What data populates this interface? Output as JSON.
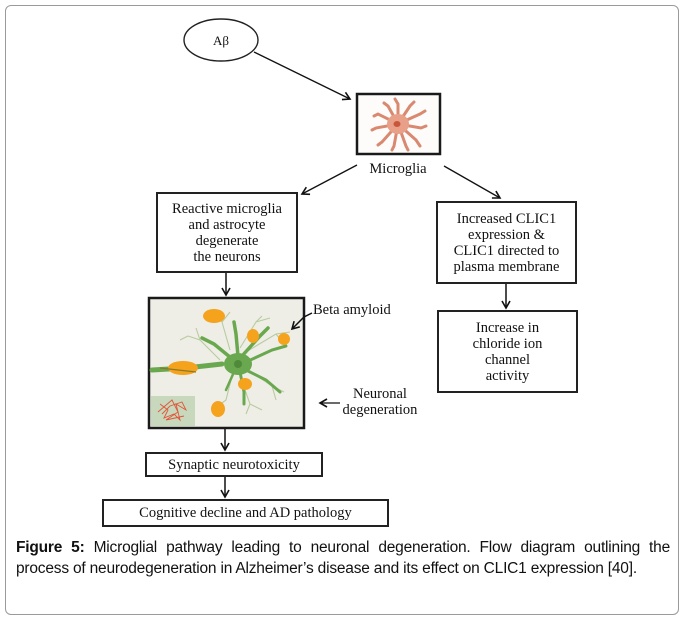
{
  "figure": {
    "nodes": {
      "abeta": "Aβ",
      "microglia_label": "Microglia",
      "reactive": [
        "Reactive microglia",
        "and astrocyte",
        "degenerate",
        "the neurons"
      ],
      "clic1": [
        "Increased CLIC1",
        "expression &",
        "CLIC1 directed to",
        "plasma membrane"
      ],
      "chloride": [
        "Increase in",
        "chloride ion",
        "channel",
        "activity"
      ],
      "beta_amyloid_label": "Beta amyloid",
      "neuronal_degeneration_label": [
        "Neuronal",
        "degeneration"
      ],
      "synaptic": "Synaptic neurotoxicity",
      "cognitive": "Cognitive decline and AD pathology"
    },
    "illustrations": {
      "microglia_cell": "microglia-cell-illustration",
      "neuron": "neuron-with-amyloid-plaques-illustration"
    },
    "colors": {
      "microglia_body": "#e8a088",
      "neuron_green": "#6aa84f",
      "amyloid_orange": "#f5a21c",
      "neuron_bg": "#eeeee6",
      "tangle_red": "#e0553a",
      "tangle_bg": "#c8d8bc"
    }
  },
  "caption": {
    "label": "Figure 5:",
    "text": " Microglial pathway leading to neuronal degeneration. Flow diagram outlining the process of neurodegeneration in Alzheimer’s disease and its effect on CLIC1 expression [40]."
  }
}
